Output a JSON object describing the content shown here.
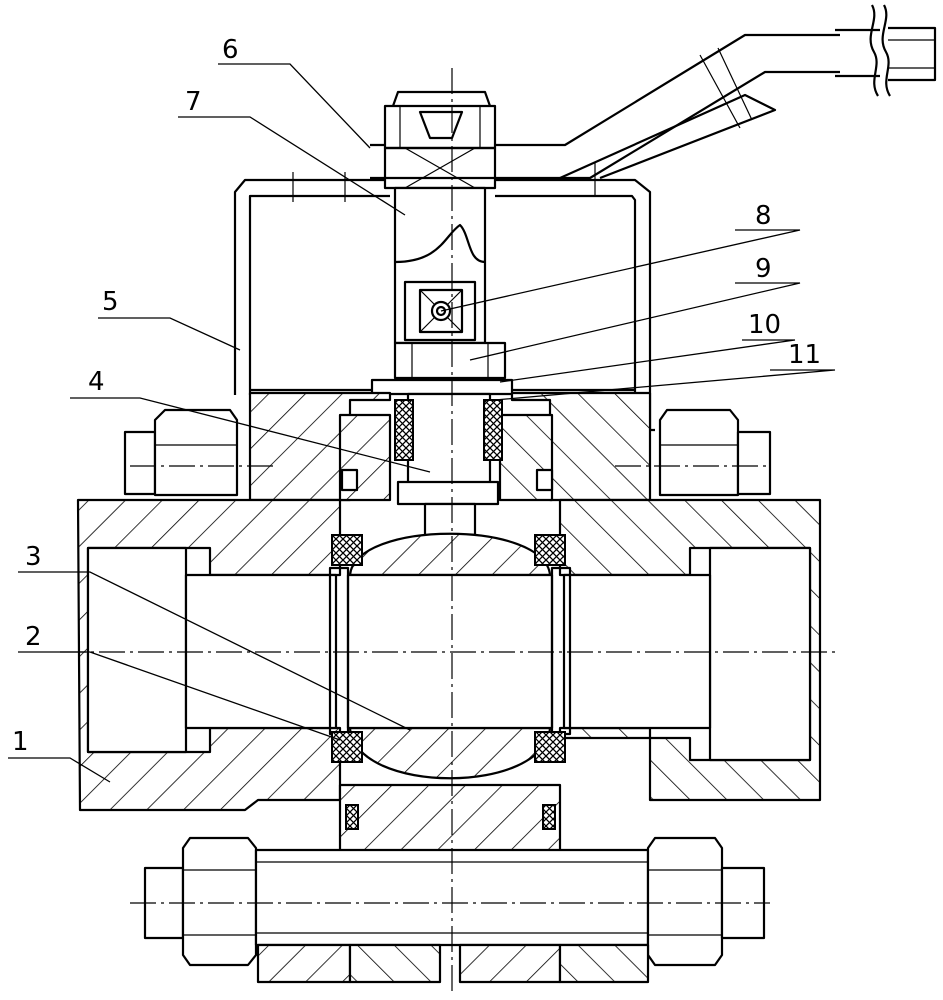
{
  "figure": {
    "part_labels": [
      {
        "id": "label-1",
        "text": "1"
      },
      {
        "id": "label-2",
        "text": "2"
      },
      {
        "id": "label-3",
        "text": "3"
      },
      {
        "id": "label-4",
        "text": "4"
      },
      {
        "id": "label-5",
        "text": "5"
      },
      {
        "id": "label-6",
        "text": "6"
      },
      {
        "id": "label-7",
        "text": "7"
      },
      {
        "id": "label-8",
        "text": "8"
      },
      {
        "id": "label-9",
        "text": "9"
      },
      {
        "id": "label-10",
        "text": "10"
      },
      {
        "id": "label-11",
        "text": "11"
      }
    ]
  }
}
